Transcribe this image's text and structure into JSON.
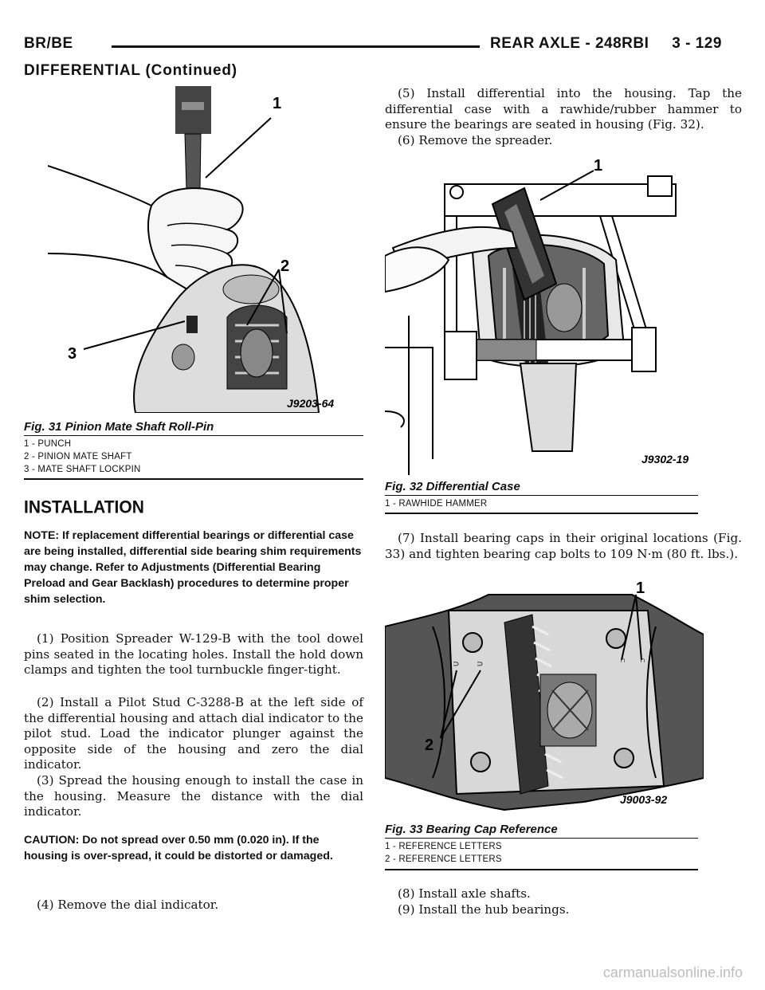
{
  "header": {
    "left": "BR/BE",
    "right": "REAR AXLE - 248RBI     3 - 129"
  },
  "subheader": "DIFFERENTIAL (Continued)",
  "fig31": {
    "code": "J9203-64",
    "caption": "Fig. 31 Pinion Mate Shaft Roll-Pin",
    "callouts": [
      "1",
      "2",
      "3"
    ],
    "legend": [
      "1 - PUNCH",
      "2 - PINION MATE SHAFT",
      "3 - MATE SHAFT LOCKPIN"
    ]
  },
  "fig32": {
    "code": "J9302-19",
    "caption": "Fig. 32 Differential Case",
    "callouts": [
      "1"
    ],
    "legend": [
      "1 - RAWHIDE HAMMER"
    ]
  },
  "fig33": {
    "code": "J9003-92",
    "caption": "Fig. 33 Bearing Cap Reference",
    "callouts": [
      "1",
      "2"
    ],
    "legend": [
      "1 - REFERENCE LETTERS",
      "2 - REFERENCE LETTERS"
    ]
  },
  "installation": {
    "title": "INSTALLATION",
    "note": "NOTE: If replacement differential bearings or differential case are being installed, differential side bearing shim requirements may change. Refer to Adjustments (Differential Bearing Preload and Gear Backlash) procedures to determine proper shim selection.",
    "step1": "(1) Position Spreader W-129-B with the tool dowel pins seated in the locating holes. Install the hold down clamps and tighten the tool turnbuckle finger-tight.",
    "step2": "(2) Install a Pilot Stud C-3288-B at the left side of the differential housing and attach dial indicator to the pilot stud. Load the indicator plunger against the opposite side of the housing and zero the dial indicator.",
    "step3": "(3) Spread the housing enough to install the case in the housing. Measure the distance with the dial indicator.",
    "caution": "CAUTION: Do not spread over 0.50 mm (0.020 in). If the housing is over-spread, it could be distorted or damaged.",
    "step4": "(4) Remove the dial indicator.",
    "step5": "(5) Install differential into the housing. Tap the differential case with a rawhide/rubber hammer to ensure the bearings are seated in housing (Fig. 32).",
    "step6": "(6) Remove the spreader.",
    "step7": "(7) Install bearing caps in their original locations (Fig. 33) and tighten bearing cap bolts to 109 N·m (80 ft. lbs.).",
    "step8": "(8) Install axle shafts.",
    "step9": "(9) Install the hub bearings."
  },
  "footer": {
    "watermark": "carmanualsonline.info"
  }
}
